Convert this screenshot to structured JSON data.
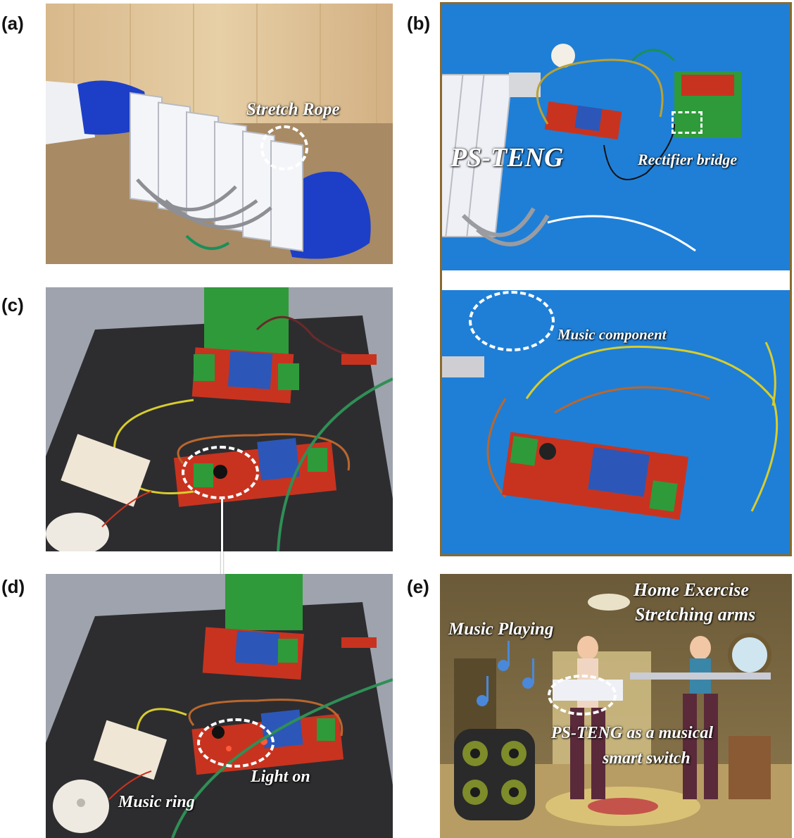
{
  "panels": {
    "a": {
      "label": "(a)",
      "caption": "Stretch Rope"
    },
    "b": {
      "label": "(b)",
      "caption_device": "PS-TENG",
      "caption_rectifier": "Rectifier bridge",
      "caption_music": "Music component"
    },
    "c": {
      "label": "(c)"
    },
    "d": {
      "label": "(d)",
      "caption_light": "Light on",
      "caption_ring": "Music ring"
    },
    "e": {
      "label": "(e)",
      "caption_exercise_1": "Home Exercise",
      "caption_exercise_2": "Stretching arms",
      "caption_music": "Music Playing",
      "caption_switch_1": "PS-TENG as a musical",
      "caption_switch_2": "smart switch"
    }
  },
  "colors": {
    "blue_bg": "#1f7fd6",
    "foam": "#2d2d30",
    "board_red": "#c8331f",
    "board_green": "#2f9a3a",
    "relay_blue": "#2c57b8",
    "frame_brown": "#8a6a2c"
  }
}
